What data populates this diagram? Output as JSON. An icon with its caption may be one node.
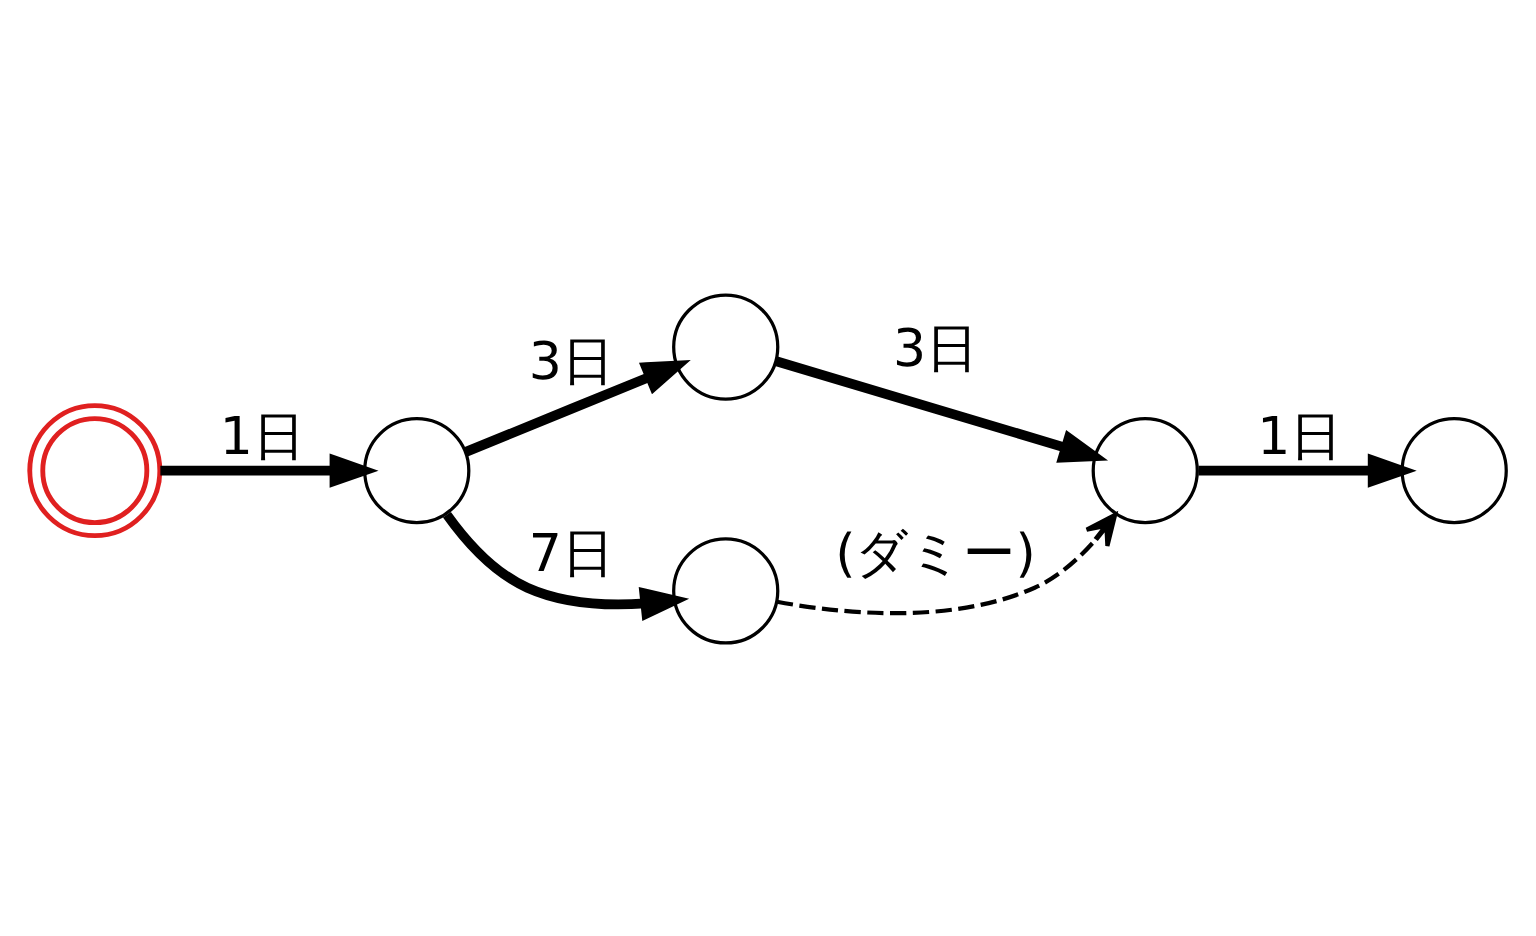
{
  "diagram": {
    "nodes": [
      {
        "text": [],
        "shape": "circle"
      },
      {
        "text": [],
        "shape": "circle"
      },
      {
        "text": [],
        "shape": "circle"
      },
      {
        "text": [],
        "shape": "circle"
      },
      {
        "text": [],
        "shape": "circle"
      },
      {
        "text": [],
        "shape": "circle"
      }
    ],
    "edges": [
      {
        "from": 0,
        "to": 1,
        "arrow": "to",
        "label": "1日"
      },
      {
        "from": 1,
        "to": 2,
        "arrow": "to",
        "label": "3日"
      },
      {
        "from": 2,
        "to": 3,
        "arrow": "to",
        "label": "3日"
      },
      {
        "from": 3,
        "to": 4,
        "arrow": "to",
        "label": "1日"
      },
      {
        "from": 1,
        "to": 5,
        "arrow": "to",
        "label": "7日"
      },
      {
        "from": 5,
        "to": 3,
        "arrow": "to",
        "style": "dashed",
        "label": "(ダミー)"
      }
    ]
  }
}
